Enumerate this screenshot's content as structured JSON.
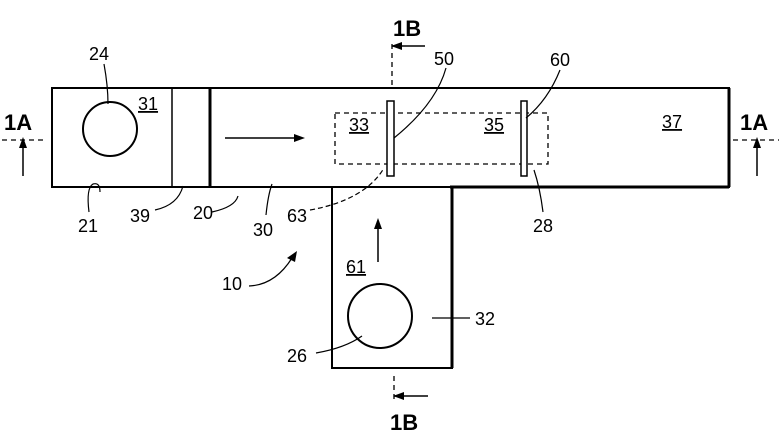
{
  "figure": {
    "section_labels": {
      "left": "1A",
      "right": "1A",
      "top": "1B",
      "bottom": "1B"
    },
    "reference_numerals": {
      "device": "10",
      "inlet_left": "21",
      "inlet_left_circle": "24",
      "inlet_bottom_circle": "26",
      "region_31": "31",
      "region_33": "33",
      "region_35": "35",
      "region_37": "37",
      "region_61": "61",
      "electrode_50": "50",
      "electrode_60": "60",
      "dashed_region": "28",
      "channel_30": "30",
      "wall_20": "20",
      "barrier_39": "39",
      "leader_63": "63",
      "side_channel_32": "32"
    }
  }
}
